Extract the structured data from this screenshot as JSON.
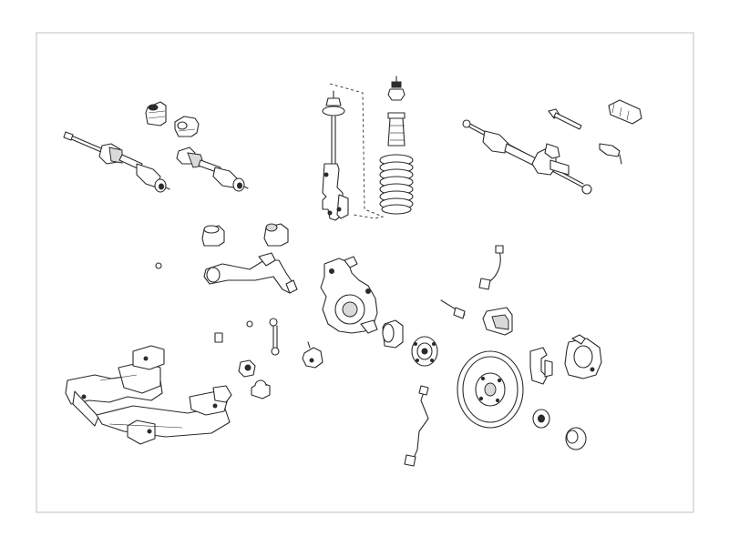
{
  "diagram": {
    "type": "exploded-parts-view",
    "subject": "front-axle-suspension-components",
    "colors": {
      "line": "#2b2b2b",
      "frame": "#bfbfbf",
      "background": "#ffffff",
      "shade": "#d9d9d9"
    },
    "parts": [
      "drive-shaft-left",
      "drive-shaft-boot-left",
      "drive-shaft-right",
      "drive-shaft-boot-right",
      "shock-absorber",
      "strut-top-mount",
      "bump-stop",
      "coil-spring",
      "steering-rack",
      "tie-rod",
      "tie-rod-end",
      "steering-boot",
      "control-arm-bushing",
      "control-arm-bushing-2",
      "control-arm",
      "stabilizer-bar",
      "stabilizer-link",
      "stabilizer-bushing",
      "stabilizer-clamp",
      "ball-joint",
      "steering-knuckle",
      "wheel-bearing-sleeve",
      "wheel-hub",
      "brake-hose",
      "brake-wear-sensor",
      "brake-pads",
      "brake-caliper-bracket",
      "brake-caliper",
      "brake-disc",
      "abs-sensor",
      "axle-nut",
      "hub-cap",
      "subframe"
    ]
  }
}
